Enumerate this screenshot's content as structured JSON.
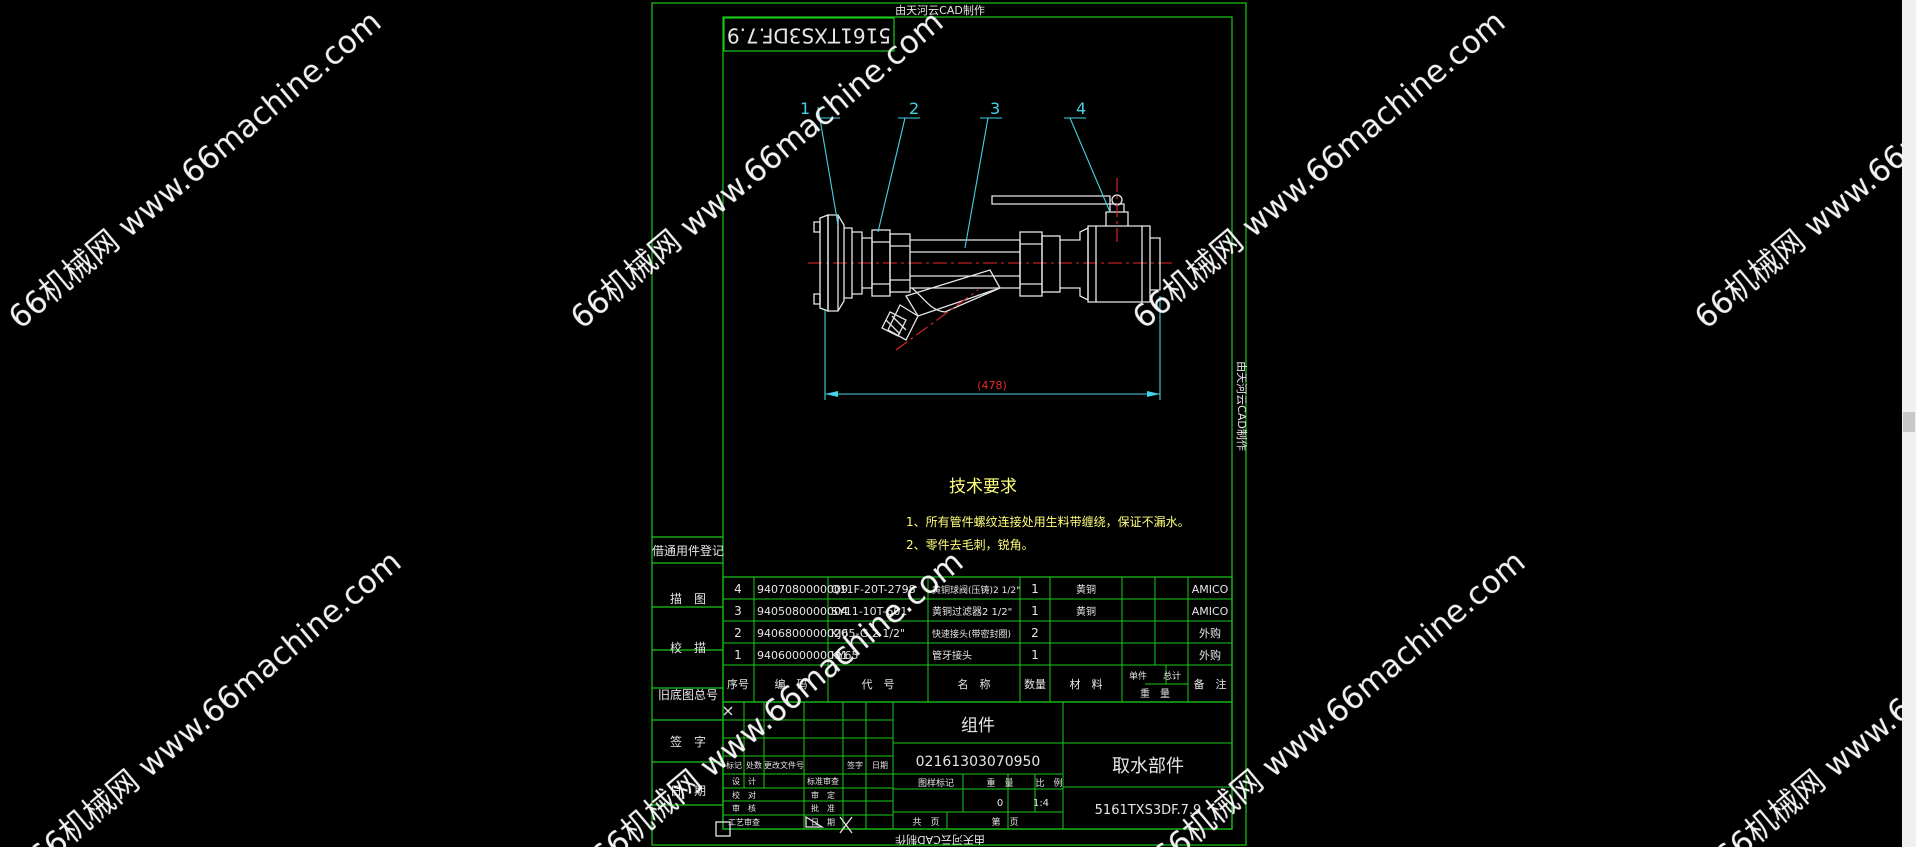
{
  "colors": {
    "frame": "#19c819",
    "part": "#e6e6e6",
    "leader": "#46d2e6",
    "centerline": "#e82828",
    "note": "#ffff7a",
    "watermark": "#ffffff"
  },
  "top_stamp": "由天河云CAD制作",
  "side_stamp": "由天河云CAD制作",
  "bottom_stamp": "由天河云CAD制作",
  "drawing_code_box": "5161TXS3DF.7.9",
  "balloons": [
    "1",
    "2",
    "3",
    "4"
  ],
  "dimension": "(478)",
  "tech_req": {
    "title": "技术要求",
    "items": [
      "1、所有管件螺纹连接处用生料带缠绕，保证不漏水。",
      "2、零件去毛刺，锐角。"
    ]
  },
  "side_labels": [
    "借通用件登记",
    "描　图",
    "校　描",
    "旧底图总号",
    "签　字",
    "日　期"
  ],
  "bom": {
    "rows": [
      {
        "no": "4",
        "code": "9407080000009",
        "model": "Q11F-20T-2798",
        "name": "黄铜球阀(压铸)2 1/2\"",
        "qty": "1",
        "material": "黄铜",
        "note": "AMICO"
      },
      {
        "no": "3",
        "code": "9405080000004",
        "model": "SY11-10T-601",
        "name": "黄铜过滤器2 1/2\"",
        "qty": "1",
        "material": "黄铜",
        "note": "AMICO"
      },
      {
        "no": "2",
        "code": "9406800000020",
        "model": "KJ65-G 2 1/2\"",
        "name": "快速接头(带密封圈)",
        "qty": "2",
        "material": "",
        "note": "外购"
      },
      {
        "no": "1",
        "code": "9406000000001",
        "model": "KY65",
        "name": "管牙接头",
        "qty": "1",
        "material": "",
        "note": "外购"
      }
    ],
    "header": {
      "no": "序号",
      "code": "编　码",
      "model": "代　号",
      "name": "名　称",
      "qty": "数量",
      "material": "材　料",
      "unit_weight": "单件",
      "total_weight": "总计",
      "weight": "重　量",
      "note": "备　注"
    }
  },
  "title_block": {
    "assembly": "组件",
    "part_number": "02161303070950",
    "part_name": "取水部件",
    "drawing_number": "5161TXS3DF.7.9",
    "stage_mark": "图样标记",
    "weight_label": "重　量",
    "scale_label": "比　例",
    "weight_value": "0",
    "scale_value": "1:4",
    "sheet_total": "共　页",
    "sheet_no": "第　页",
    "rev_cols": [
      "标记",
      "处数",
      "更改文件号",
      "签字",
      "日期"
    ],
    "sign_rows": [
      {
        "role": "设　计",
        "role2": "标准审查"
      },
      {
        "role": "校　对",
        "role2": "审　定"
      },
      {
        "role": "审　核",
        "role2": "批　准"
      },
      {
        "role": "工艺审查",
        "role2": "日　期"
      }
    ]
  },
  "watermark_text": "66机械网 www.66machine.com"
}
